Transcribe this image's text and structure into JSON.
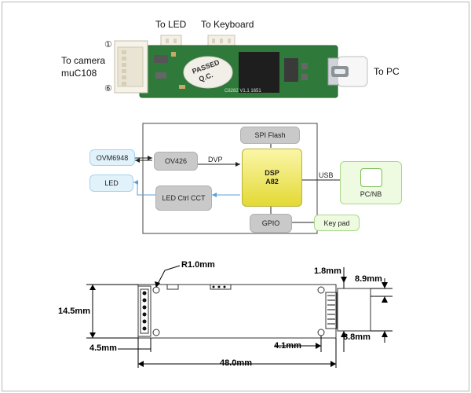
{
  "photo": {
    "to_led": "To LED",
    "to_keyboard": "To Keyboard",
    "to_camera": "To camera",
    "camera_model": "muC108",
    "pin_first": "①",
    "pin_last": "⑥",
    "to_pc": "To PC",
    "qc_line1": "PASSED",
    "qc_line2": "Q.C.",
    "silk": "C8282 V1.1 1651"
  },
  "block_diagram": {
    "blocks": {
      "spi_flash": "SPI Flash",
      "ovm": "OVM6948",
      "ov426": "OV426",
      "dsp_line1": "DSP",
      "dsp_line2": "A82",
      "led": "LED",
      "led_ctrl": "LED Ctrl CCT",
      "gpio": "GPIO",
      "keypad": "Key pad",
      "pc": "PC/NB"
    },
    "edges": {
      "dvp": "DVP",
      "usb": "USB"
    }
  },
  "mechanical": {
    "r10": "R1.0mm",
    "d18": "1.8mm",
    "d89": "8.9mm",
    "d145": "14.5mm",
    "d88": "8.8mm",
    "d41": "4.1mm",
    "d45": "4.5mm",
    "d480": "48.0mm"
  },
  "colors": {
    "pcb": "#2f7a3a",
    "dsp_fill": "#f0e86a",
    "arrow_blue": "#5aa0d8"
  }
}
